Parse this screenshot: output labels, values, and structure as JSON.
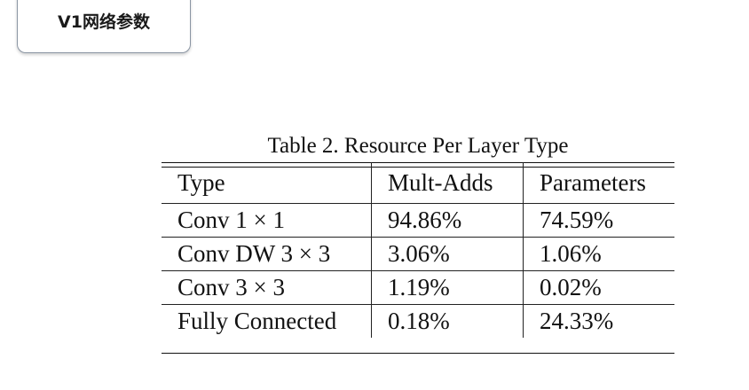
{
  "slide": {
    "title": "V1网络参数"
  },
  "table": {
    "caption": "Table 2. Resource Per Layer Type",
    "headers": [
      "Type",
      "Mult-Adds",
      "Parameters"
    ],
    "rows": [
      [
        "Conv 1 × 1",
        "94.86%",
        "74.59%"
      ],
      [
        "Conv DW 3 × 3",
        "3.06%",
        "1.06%"
      ],
      [
        "Conv 3 × 3",
        "1.19%",
        "0.02%"
      ],
      [
        "Fully Connected",
        "0.18%",
        "24.33%"
      ]
    ]
  }
}
